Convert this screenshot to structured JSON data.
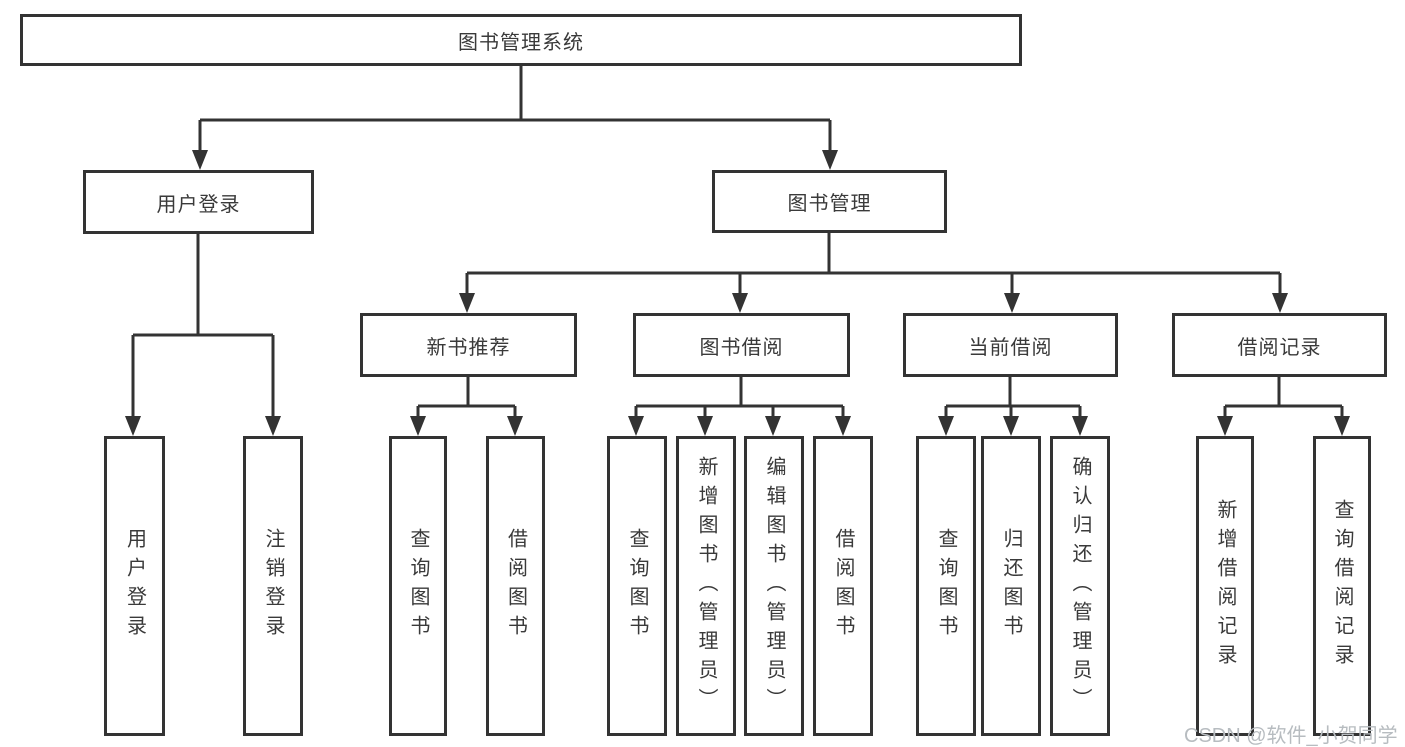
{
  "page": {
    "background": "#ffffff"
  },
  "colors": {
    "line": "#333333",
    "box_border": "#333333",
    "text": "#3a3a3a",
    "watermark": "#b7bcc0"
  },
  "watermark": {
    "text": "CSDN @软件_小贺同学"
  },
  "tree": {
    "root": {
      "label": "图书管理系统"
    },
    "level2": [
      {
        "label": "用户登录"
      },
      {
        "label": "图书管理"
      }
    ],
    "level3": [
      {
        "label": "新书推荐"
      },
      {
        "label": "图书借阅"
      },
      {
        "label": "当前借阅"
      },
      {
        "label": "借阅记录"
      }
    ],
    "leaves": [
      {
        "parent": "用户登录",
        "label": "用户登录"
      },
      {
        "parent": "用户登录",
        "label": "注销登录"
      },
      {
        "parent": "新书推荐",
        "label": "查询图书"
      },
      {
        "parent": "新书推荐",
        "label": "借阅图书"
      },
      {
        "parent": "图书借阅",
        "label": "查询图书"
      },
      {
        "parent": "图书借阅",
        "label": "新增图书（管理员）"
      },
      {
        "parent": "图书借阅",
        "label": "编辑图书（管理员）"
      },
      {
        "parent": "图书借阅",
        "label": "借阅图书"
      },
      {
        "parent": "当前借阅",
        "label": "查询图书"
      },
      {
        "parent": "当前借阅",
        "label": "归还图书"
      },
      {
        "parent": "当前借阅",
        "label": "确认归还（管理员）"
      },
      {
        "parent": "借阅记录",
        "label": "新增借阅记录"
      },
      {
        "parent": "借阅记录",
        "label": "查询借阅记录"
      }
    ]
  }
}
